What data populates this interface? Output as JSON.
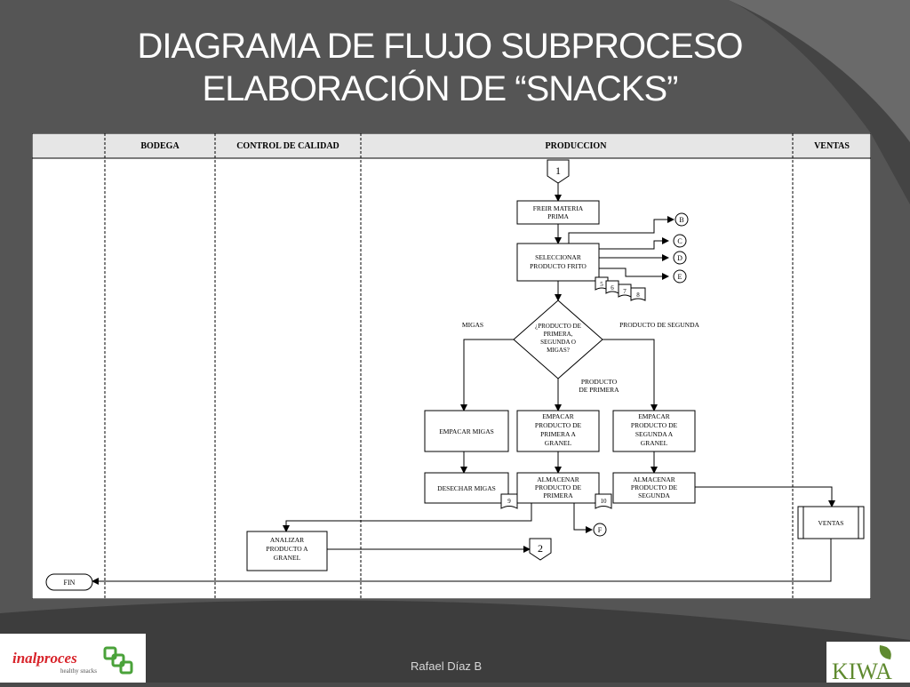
{
  "slide": {
    "title_line1": "DIAGRAMA  DE FLUJO SUBPROCESO",
    "title_line2": "ELABORACIÓN DE “SNACKS”",
    "footer": "Rafael Díaz B"
  },
  "lanes": {
    "bodega": "BODEGA",
    "control": "CONTROL DE CALIDAD",
    "produccion": "PRODUCCION",
    "ventas": "VENTAS"
  },
  "nodes": {
    "start": "1",
    "freir_1": "FREIR MATERIA",
    "freir_2": "PRIMA",
    "sel_1": "SELECCIONAR",
    "sel_2": "PRODUCTO FRITO",
    "dec_1": "¿PRODUCTO DE",
    "dec_2": "PRIMERA,",
    "dec_3": "SEGUNDA O",
    "dec_4": "MIGAS?",
    "emp_migas": "EMPACAR MIGAS",
    "emp_prim_1": "EMPACAR",
    "emp_prim_2": "PRODUCTO DE",
    "emp_prim_3": "PRIMERA A",
    "emp_prim_4": "GRANEL",
    "emp_seg_1": "EMPACAR",
    "emp_seg_2": "PRODUCTO DE",
    "emp_seg_3": "SEGUNDA A",
    "emp_seg_4": "GRANEL",
    "desechar": "DESECHAR MIGAS",
    "alm_prim_1": "ALMACENAR",
    "alm_prim_2": "PRODUCTO DE",
    "alm_prim_3": "PRIMERA",
    "alm_seg_1": "ALMACENAR",
    "alm_seg_2": "PRODUCTO DE",
    "alm_seg_3": "SEGUNDA",
    "analizar_1": "ANALIZAR",
    "analizar_2": "PRODUCTO A",
    "analizar_3": "GRANEL",
    "ventas_box": "VENTAS",
    "connector_2": "2",
    "fin": "FIN",
    "conn_b": "B",
    "conn_c": "C",
    "conn_d": "D",
    "conn_e": "E",
    "conn_f": "F",
    "doc_5": "5",
    "doc_6": "6",
    "doc_7": "7",
    "doc_8": "8",
    "doc_9": "9",
    "doc_10": "10"
  },
  "labels": {
    "migas": "MIGAS",
    "segunda": "PRODUCTO DE SEGUNDA",
    "primera_1": "PRODUCTO",
    "primera_2": "DE PRIMERA"
  },
  "logos": {
    "left_brand": "inalproces",
    "left_tagline": "healthy snacks",
    "right_brand": "KIWA"
  },
  "colors": {
    "background": "#4a4a4a",
    "title": "#ffffff",
    "left_logo_red": "#d8232a",
    "left_logo_green": "#4aa23a",
    "kiwa_green": "#5f8a2f"
  }
}
